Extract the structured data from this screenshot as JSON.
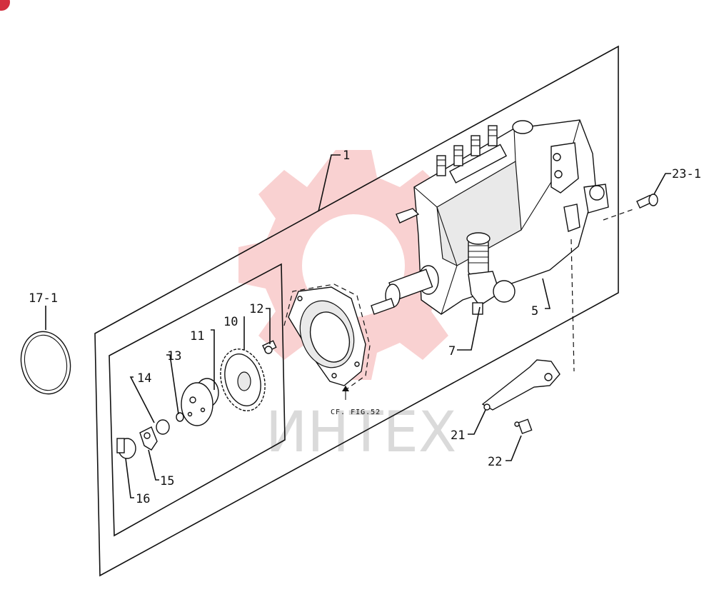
{
  "diagram": {
    "callouts": [
      {
        "id": "part-1",
        "label": "1"
      },
      {
        "id": "part-5",
        "label": "5"
      },
      {
        "id": "part-7",
        "label": "7"
      },
      {
        "id": "part-10",
        "label": "10"
      },
      {
        "id": "part-11",
        "label": "11"
      },
      {
        "id": "part-12",
        "label": "12"
      },
      {
        "id": "part-13",
        "label": "13"
      },
      {
        "id": "part-14",
        "label": "14"
      },
      {
        "id": "part-15",
        "label": "15"
      },
      {
        "id": "part-16",
        "label": "16"
      },
      {
        "id": "part-17-1",
        "label": "17-1"
      },
      {
        "id": "part-21",
        "label": "21"
      },
      {
        "id": "part-22",
        "label": "22"
      },
      {
        "id": "part-23-1",
        "label": "23-1"
      }
    ],
    "reference_note": "CF. FIG.52",
    "watermark_text": "ИНТЕХ",
    "colors": {
      "line": "#111111",
      "watermark": "#f2b3b3",
      "badge": "#d32f3f"
    }
  }
}
